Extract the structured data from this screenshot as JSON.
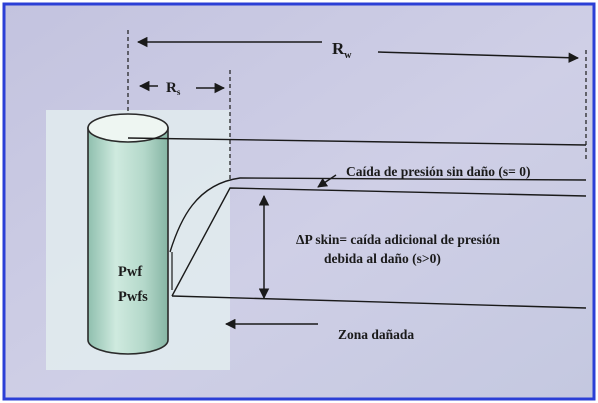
{
  "labels": {
    "re": "R",
    "re_sub": "w",
    "rs": "R",
    "rs_sub": "s",
    "pwf": "Pwf",
    "pwfs": "Pwfs",
    "undamaged_drop": "Caída de presión sin daño (s= 0)",
    "skin_line1": "ΔP skin= caída adicional de presión",
    "skin_line2": "debida al daño (s>0)",
    "damaged_zone": "Zona dañada"
  },
  "colors": {
    "frame_border": "#2b3fd6",
    "slide_background": "#c9c9e2",
    "damaged_zone_panel": "#dfe9ec",
    "wellbore_body": "#bfe0d4",
    "wellbore_top": "#eef6f2",
    "line": "#1a1a1a"
  }
}
